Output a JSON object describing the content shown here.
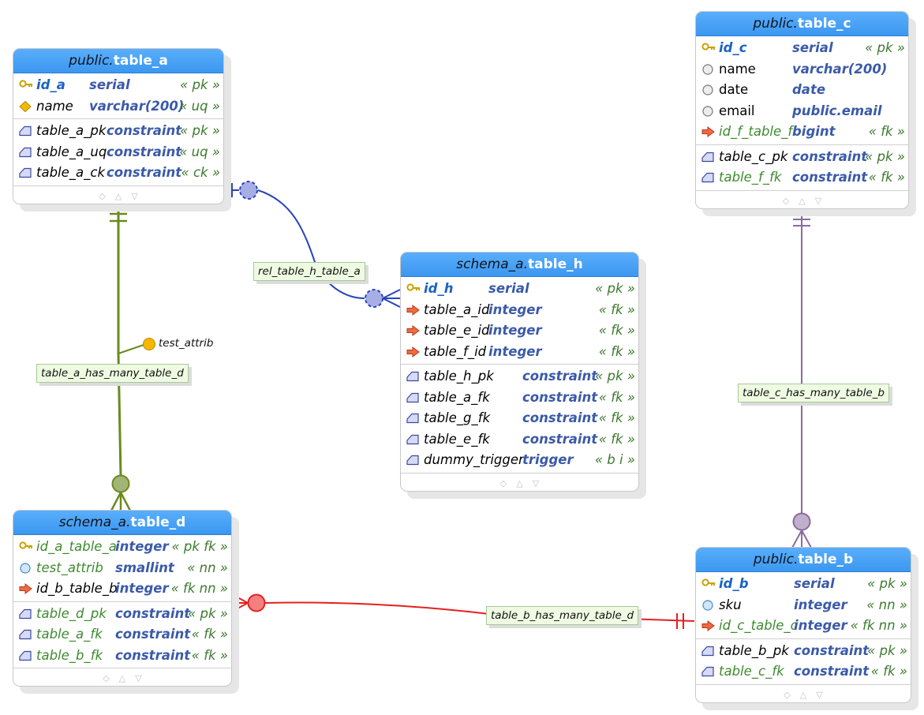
{
  "colors": {
    "header": "#4aa3fa",
    "link_blue": "#2a44b8",
    "link_olive": "#6a8a1e",
    "link_purple": "#8a6aa0",
    "link_red": "#e52020"
  },
  "tables": {
    "table_a": {
      "schema": "public.",
      "name": "table_a",
      "columns": [
        {
          "name": "id_a",
          "type": "serial",
          "tag": "« pk »",
          "icon": "key-icon"
        },
        {
          "name": "name",
          "type": "varchar(200)",
          "tag": "« uq »",
          "icon": "diamond-icon"
        }
      ],
      "constraints": [
        {
          "name": "table_a_pk",
          "type": "constraint",
          "tag": "« pk »"
        },
        {
          "name": "table_a_uq",
          "type": "constraint",
          "tag": "« uq »"
        },
        {
          "name": "table_a_ck",
          "type": "constraint",
          "tag": "« ck »"
        }
      ]
    },
    "table_c": {
      "schema": "public.",
      "name": "table_c",
      "columns": [
        {
          "name": "id_c",
          "type": "serial",
          "tag": "« pk »",
          "icon": "key-icon"
        },
        {
          "name": "name",
          "type": "varchar(200)",
          "tag": "",
          "icon": "circle-icon"
        },
        {
          "name": "date",
          "type": "date",
          "tag": "",
          "icon": "circle-icon"
        },
        {
          "name": "email",
          "type": "public.email",
          "tag": "",
          "icon": "circle-icon"
        },
        {
          "name": "id_f_table_f",
          "type": "bigint",
          "tag": "« fk »",
          "icon": "arrow-icon"
        }
      ],
      "constraints": [
        {
          "name": "table_c_pk",
          "type": "constraint",
          "tag": "« pk »"
        },
        {
          "name": "table_f_fk",
          "type": "constraint",
          "tag": "« fk »"
        }
      ]
    },
    "table_h": {
      "schema": "schema_a.",
      "name": "table_h",
      "columns": [
        {
          "name": "id_h",
          "type": "serial",
          "tag": "« pk »",
          "icon": "key-icon"
        },
        {
          "name": "table_a_id",
          "type": "integer",
          "tag": "« fk »",
          "icon": "arrow-icon"
        },
        {
          "name": "table_e_id",
          "type": "integer",
          "tag": "« fk »",
          "icon": "arrow-icon"
        },
        {
          "name": "table_f_id",
          "type": "integer",
          "tag": "« fk »",
          "icon": "arrow-icon"
        }
      ],
      "constraints": [
        {
          "name": "table_h_pk",
          "type": "constraint",
          "tag": "« pk »"
        },
        {
          "name": "table_a_fk",
          "type": "constraint",
          "tag": "« fk »"
        },
        {
          "name": "table_g_fk",
          "type": "constraint",
          "tag": "« fk »"
        },
        {
          "name": "table_e_fk",
          "type": "constraint",
          "tag": "« fk »"
        },
        {
          "name": "dummy_trigger",
          "type": "trigger",
          "tag": "« b i »"
        }
      ]
    },
    "table_d": {
      "schema": "schema_a.",
      "name": "table_d",
      "columns": [
        {
          "name": "id_a_table_a",
          "type": "integer",
          "tag": "« pk fk »",
          "icon": "key-icon"
        },
        {
          "name": "test_attrib",
          "type": "smallint",
          "tag": "« nn »",
          "icon": "circle-icon"
        },
        {
          "name": "id_b_table_b",
          "type": "integer",
          "tag": "« fk nn »",
          "icon": "arrow-icon"
        }
      ],
      "constraints": [
        {
          "name": "table_d_pk",
          "type": "constraint",
          "tag": "« pk »"
        },
        {
          "name": "table_a_fk",
          "type": "constraint",
          "tag": "« fk »"
        },
        {
          "name": "table_b_fk",
          "type": "constraint",
          "tag": "« fk »"
        }
      ]
    },
    "table_b": {
      "schema": "public.",
      "name": "table_b",
      "columns": [
        {
          "name": "id_b",
          "type": "serial",
          "tag": "« pk »",
          "icon": "key-icon"
        },
        {
          "name": "sku",
          "type": "integer",
          "tag": "« nn »",
          "icon": "circle-icon"
        },
        {
          "name": "id_c_table_c",
          "type": "integer",
          "tag": "« fk nn »",
          "icon": "arrow-icon"
        }
      ],
      "constraints": [
        {
          "name": "table_b_pk",
          "type": "constraint",
          "tag": "« pk »"
        },
        {
          "name": "table_c_fk",
          "type": "constraint",
          "tag": "« fk »"
        }
      ]
    }
  },
  "relationships": {
    "rel_h_a": "rel_table_h_table_a",
    "a_d": "table_a_has_many_table_d",
    "c_b": "table_c_has_many_table_b",
    "b_d": "table_b_has_many_table_d"
  },
  "attribute_label": "test_attrib"
}
